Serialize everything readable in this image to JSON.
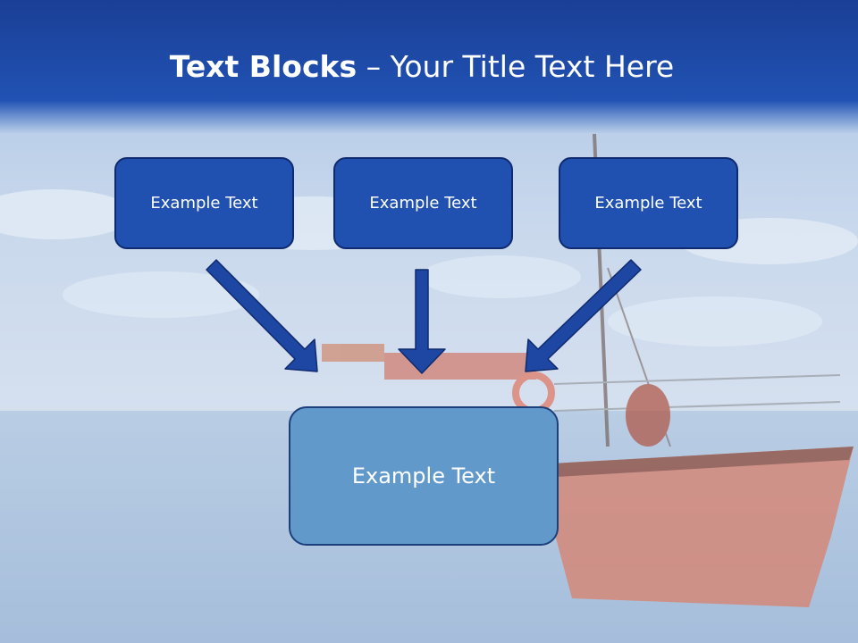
{
  "title": {
    "bold": "Text Blocks",
    "dash": "–",
    "rest": "Your Title Text Here"
  },
  "blocks": [
    {
      "label": "Example Text"
    },
    {
      "label": "Example Text"
    },
    {
      "label": "Example Text"
    }
  ],
  "target": {
    "label": "Example Text"
  },
  "colors": {
    "title_band": "#1c46a0",
    "block_fill": "#2151b0",
    "block_border": "#0f2a6e",
    "target_fill": "#6299cb",
    "arrow": "#1e47a3"
  }
}
